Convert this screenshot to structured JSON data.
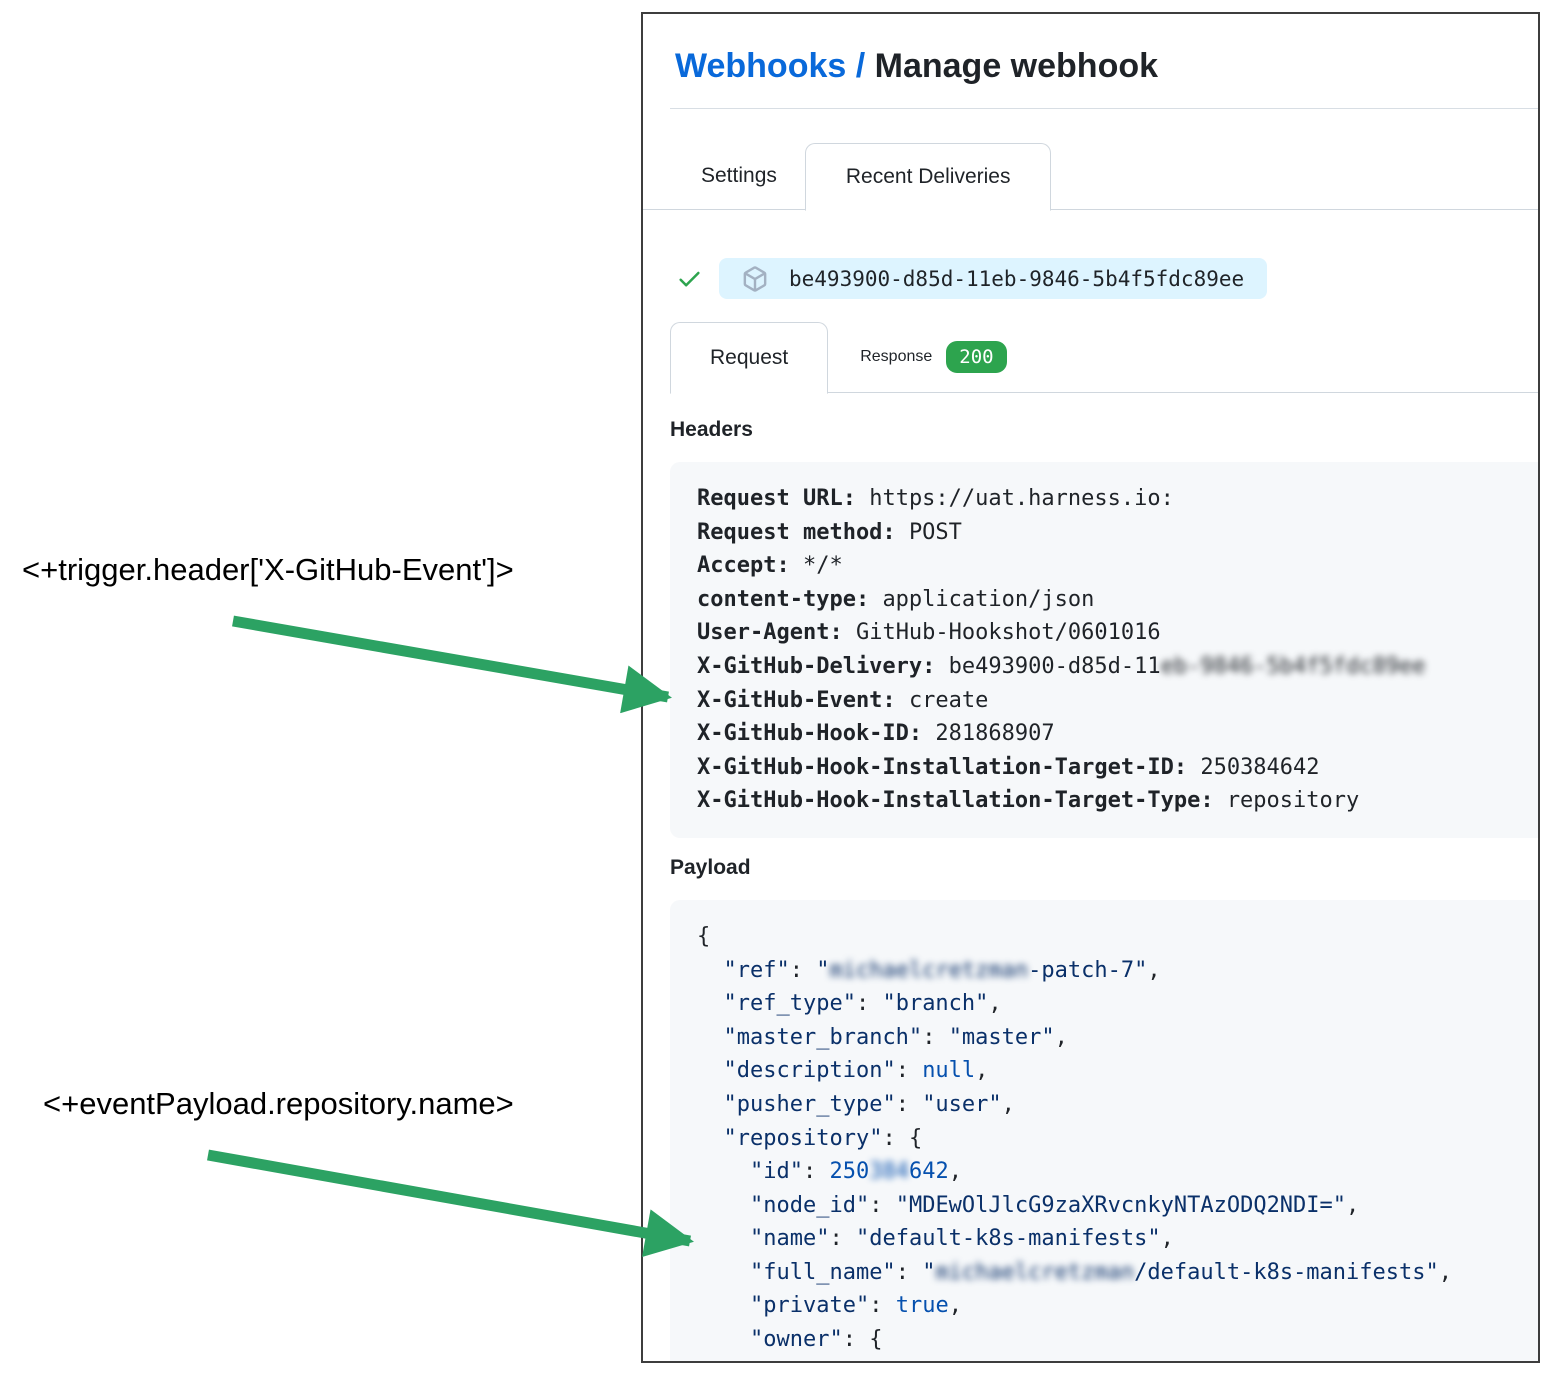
{
  "colors": {
    "link-blue": "#0969da",
    "text-dark": "#1f2328",
    "muted-border": "#d0d7de",
    "hr-color": "#d8dee4",
    "code-bg": "#f6f8fa",
    "pill-bg": "#ddf4ff",
    "icon-gray": "#a3b1c2",
    "check-green": "#2da44e",
    "badge-green": "#2da44e",
    "arrow-green": "#2ca263",
    "json-string": "#0a3069",
    "json-const": "#0550ae"
  },
  "header": {
    "breadcrumb_link": "Webhooks",
    "separator": "/",
    "title": "Manage webhook"
  },
  "tabs": {
    "settings": "Settings",
    "recent_deliveries": "Recent Deliveries"
  },
  "delivery": {
    "guid": "be493900-d85d-11eb-9846-5b4f5fdc89ee"
  },
  "subtabs": {
    "request": "Request",
    "response": "Response",
    "status": "200"
  },
  "headers_section": {
    "heading": "Headers",
    "lines": [
      {
        "key": "Request URL:",
        "value": "https://uat.harness.io:"
      },
      {
        "key": "Request method:",
        "value": "POST"
      },
      {
        "key": "Accept:",
        "value": "*/*"
      },
      {
        "key": "content-type:",
        "value": "application/json"
      },
      {
        "key": "User-Agent:",
        "value": "GitHub-Hookshot/0601016"
      },
      {
        "key": "X-GitHub-Delivery:",
        "value": "be493900-d85d-11",
        "blurred": "eb-9846-5b4f5fdc89ee"
      },
      {
        "key": "X-GitHub-Event:",
        "value": "create"
      },
      {
        "key": "X-GitHub-Hook-ID:",
        "value": "281868907"
      },
      {
        "key": "X-GitHub-Hook-Installation-Target-ID:",
        "value": "250384642"
      },
      {
        "key": "X-GitHub-Hook-Installation-Target-Type:",
        "value": "repository"
      }
    ]
  },
  "payload_section": {
    "heading": "Payload",
    "lines": [
      [
        {
          "t": "{",
          "c": "pun"
        }
      ],
      [
        {
          "t": "  ",
          "c": "pun"
        },
        {
          "t": "\"ref\"",
          "c": "str"
        },
        {
          "t": ": ",
          "c": "pun"
        },
        {
          "t": "\"",
          "c": "str"
        },
        {
          "t": "michaelcretzman",
          "c": "str",
          "blur": true
        },
        {
          "t": "-patch-7\"",
          "c": "str"
        },
        {
          "t": ",",
          "c": "pun"
        }
      ],
      [
        {
          "t": "  ",
          "c": "pun"
        },
        {
          "t": "\"ref_type\"",
          "c": "str"
        },
        {
          "t": ": ",
          "c": "pun"
        },
        {
          "t": "\"branch\"",
          "c": "str"
        },
        {
          "t": ",",
          "c": "pun"
        }
      ],
      [
        {
          "t": "  ",
          "c": "pun"
        },
        {
          "t": "\"master_branch\"",
          "c": "str"
        },
        {
          "t": ": ",
          "c": "pun"
        },
        {
          "t": "\"master\"",
          "c": "str"
        },
        {
          "t": ",",
          "c": "pun"
        }
      ],
      [
        {
          "t": "  ",
          "c": "pun"
        },
        {
          "t": "\"description\"",
          "c": "str"
        },
        {
          "t": ": ",
          "c": "pun"
        },
        {
          "t": "null",
          "c": "const"
        },
        {
          "t": ",",
          "c": "pun"
        }
      ],
      [
        {
          "t": "  ",
          "c": "pun"
        },
        {
          "t": "\"pusher_type\"",
          "c": "str"
        },
        {
          "t": ": ",
          "c": "pun"
        },
        {
          "t": "\"user\"",
          "c": "str"
        },
        {
          "t": ",",
          "c": "pun"
        }
      ],
      [
        {
          "t": "  ",
          "c": "pun"
        },
        {
          "t": "\"repository\"",
          "c": "str"
        },
        {
          "t": ": {",
          "c": "pun"
        }
      ],
      [
        {
          "t": "    ",
          "c": "pun"
        },
        {
          "t": "\"id\"",
          "c": "str"
        },
        {
          "t": ": ",
          "c": "pun"
        },
        {
          "t": "250",
          "c": "const"
        },
        {
          "t": "384",
          "c": "const",
          "blur": true
        },
        {
          "t": "642",
          "c": "const"
        },
        {
          "t": ",",
          "c": "pun"
        }
      ],
      [
        {
          "t": "    ",
          "c": "pun"
        },
        {
          "t": "\"node_id\"",
          "c": "str"
        },
        {
          "t": ": ",
          "c": "pun"
        },
        {
          "t": "\"MDEwOlJlcG9zaXRvcnkyNTAzODQ2NDI=\"",
          "c": "str"
        },
        {
          "t": ",",
          "c": "pun"
        }
      ],
      [
        {
          "t": "    ",
          "c": "pun"
        },
        {
          "t": "\"name\"",
          "c": "str"
        },
        {
          "t": ": ",
          "c": "pun"
        },
        {
          "t": "\"default-k8s-manifests\"",
          "c": "str"
        },
        {
          "t": ",",
          "c": "pun"
        }
      ],
      [
        {
          "t": "    ",
          "c": "pun"
        },
        {
          "t": "\"full_name\"",
          "c": "str"
        },
        {
          "t": ": ",
          "c": "pun"
        },
        {
          "t": "\"",
          "c": "str"
        },
        {
          "t": "michaelcretzman",
          "c": "str",
          "blur": true
        },
        {
          "t": "/default-k8s-manifests\"",
          "c": "str"
        },
        {
          "t": ",",
          "c": "pun"
        }
      ],
      [
        {
          "t": "    ",
          "c": "pun"
        },
        {
          "t": "\"private\"",
          "c": "str"
        },
        {
          "t": ": ",
          "c": "pun"
        },
        {
          "t": "true",
          "c": "const"
        },
        {
          "t": ",",
          "c": "pun"
        }
      ],
      [
        {
          "t": "    ",
          "c": "pun"
        },
        {
          "t": "\"owner\"",
          "c": "str"
        },
        {
          "t": ": {",
          "c": "pun"
        }
      ]
    ]
  },
  "annotations": {
    "trigger_expression": "<+trigger.header['X-GitHub-Event']>",
    "payload_expression": "<+eventPayload.repository.name>"
  }
}
